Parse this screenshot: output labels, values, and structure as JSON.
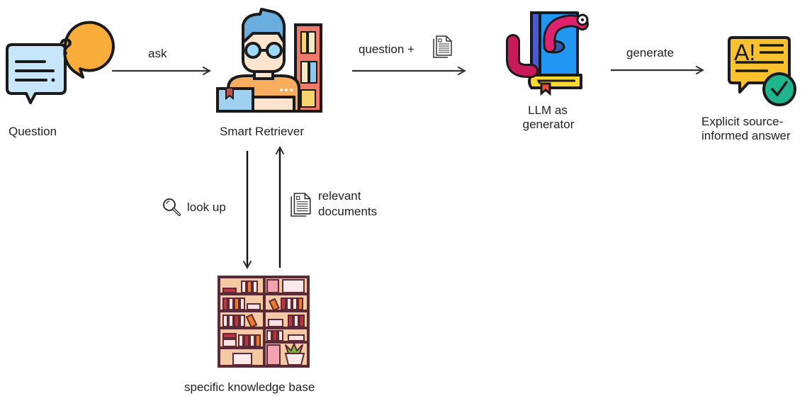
{
  "nodes": {
    "question": {
      "label": "Question",
      "icon": "question-chat-icon"
    },
    "retriever": {
      "label": "Smart Retriever",
      "icon": "retriever-person-icon"
    },
    "llm": {
      "label_line1": "LLM as",
      "label_line2": "generator",
      "icon": "bookworm-book-icon"
    },
    "answer": {
      "label_line1": "Explicit source-",
      "label_line2": "informed answer",
      "icon": "answer-checkmark-icon"
    },
    "knowledge_base": {
      "label": "specific knowledge base",
      "icon": "bookshelf-icon"
    }
  },
  "edges": {
    "ask": {
      "label": "ask"
    },
    "question_plus_doc": {
      "label": "question +",
      "icon": "document-icon"
    },
    "generate": {
      "label": "generate"
    },
    "look_up": {
      "label": "look up",
      "icon": "magnifier-icon"
    },
    "relevant_documents": {
      "label_line1": "relevant",
      "label_line2": "documents",
      "icon": "document-icon"
    }
  },
  "colors": {
    "outline": "#1a1a1a",
    "arrow": "#333333",
    "question_bubble": "#f9ad3b",
    "chat_bubble": "#c8e6fa",
    "book_blue": "#2196f3",
    "worm_pink": "#e0226e",
    "answer_yellow": "#f9c12e",
    "check_green": "#1fb58f",
    "shelf_wood": "#f5c9a4",
    "shelf_frame": "#5a2a35"
  }
}
